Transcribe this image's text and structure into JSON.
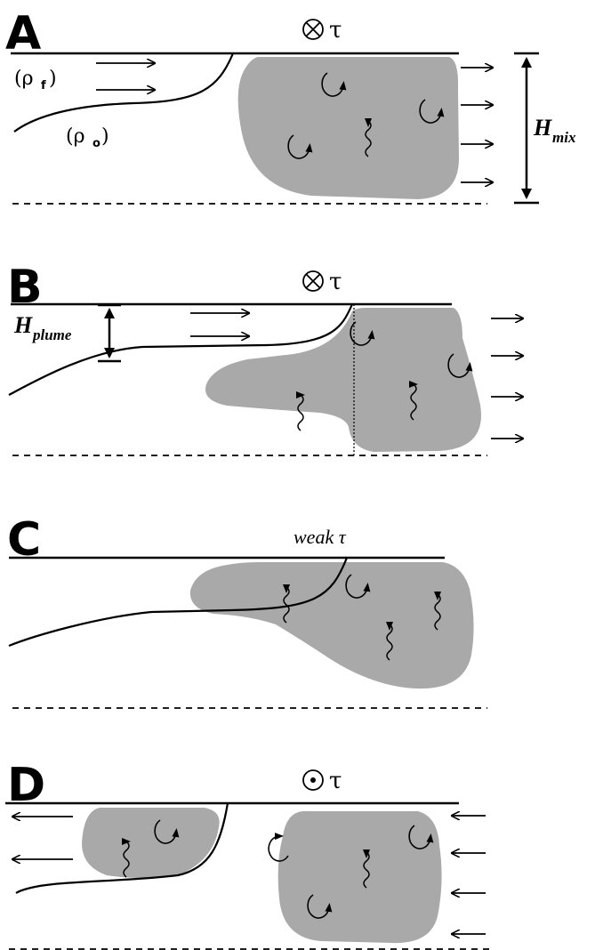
{
  "panels": {
    "a": {
      "letter": "A",
      "forcing_symbol": "τ",
      "rho_f_base": "(ρ",
      "rho_f_sub": "f",
      "rho_close": ")",
      "rho_o_base": "(ρ",
      "rho_o_sub": "o",
      "mix_label": "H",
      "mix_sub": "mix"
    },
    "b": {
      "letter": "B",
      "forcing_symbol": "τ",
      "plume_label": "H",
      "plume_sub": "plume"
    },
    "c": {
      "letter": "C",
      "forcing_text": "weak τ"
    },
    "d": {
      "letter": "D",
      "forcing_symbol": "τ"
    }
  },
  "icons": {
    "into_page": "cross-circle-icon",
    "out_of_page": "dot-circle-icon",
    "eddy": "circular-arrow-icon",
    "mixing": "wavy-arrow-icon"
  },
  "colors": {
    "mixed_layer_fill": "#a9a9a9",
    "lines": "#000000"
  }
}
